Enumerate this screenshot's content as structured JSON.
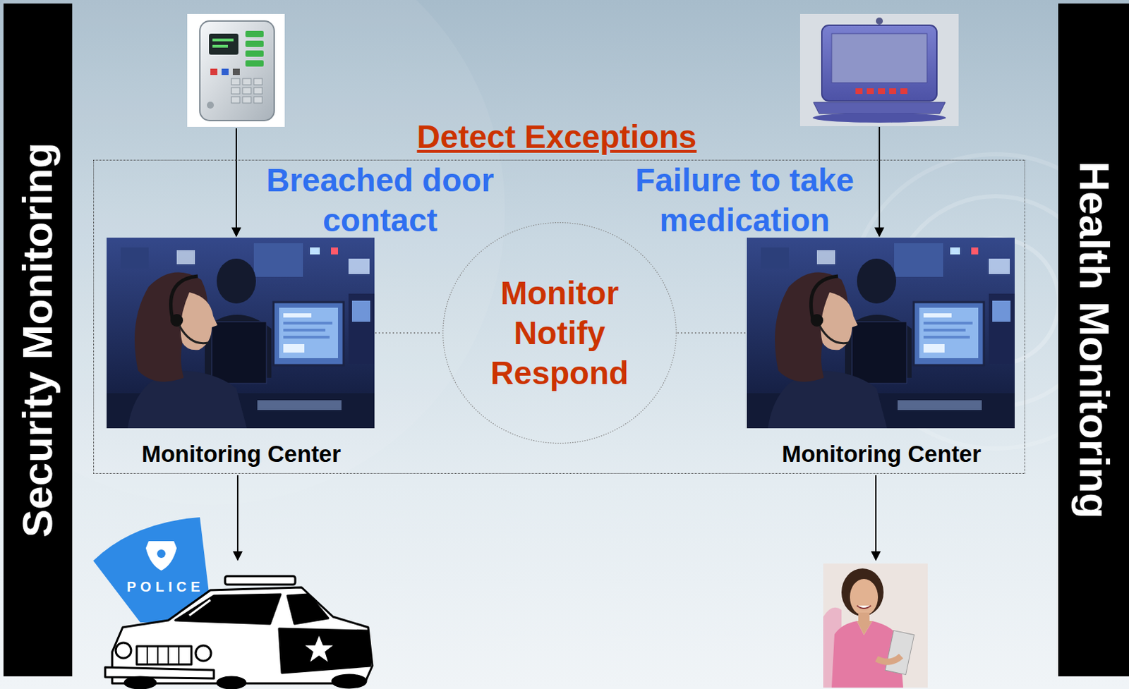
{
  "diagram": {
    "nodes": [
      {
        "text": [
          "Security Monitoring"
        ]
      },
      {
        "text": [
          "Detect Exceptions",
          "Breached door contact",
          "Failure to take medication"
        ]
      },
      {
        "text": [
          "Monitoring Center"
        ],
        "in": 1
      },
      {
        "text": [
          "Monitor Notify Respond"
        ],
        "in": 1
      },
      {
        "text": [
          "Monitoring Center"
        ],
        "in": 1
      },
      {
        "text": [
          "Health Monitoring"
        ]
      }
    ],
    "edges": [
      {
        "from": 2,
        "to": 3,
        "arrow": "none"
      },
      {
        "from": 3,
        "to": 4,
        "arrow": "none"
      }
    ],
    "labels": [
      "POLICE"
    ]
  }
}
